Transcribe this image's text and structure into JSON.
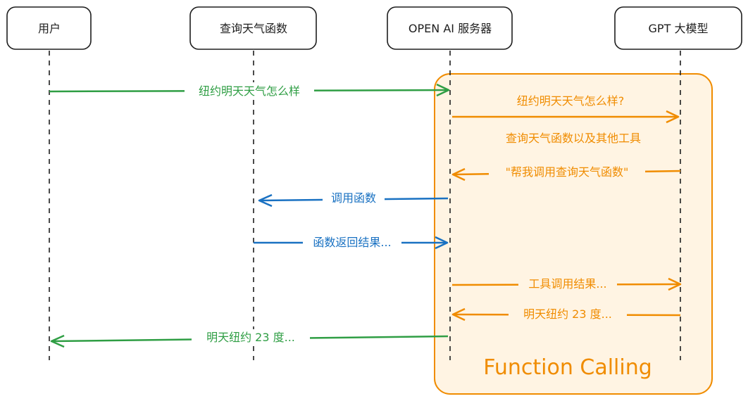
{
  "participants": [
    {
      "id": "user",
      "label": "用户"
    },
    {
      "id": "weather_fn",
      "label": "查询天气函数"
    },
    {
      "id": "openai",
      "label": "OPEN AI 服务器"
    },
    {
      "id": "gpt",
      "label": "GPT 大模型"
    }
  ],
  "region": {
    "label": "Function Calling"
  },
  "messages": [
    {
      "label": "纽约明天天气怎么样",
      "from": "user",
      "to": "openai",
      "color": "#2f9e44"
    },
    {
      "label": "纽约明天天气怎么样?",
      "from": "openai",
      "to": "gpt",
      "color": "#f08c00"
    },
    {
      "label": "查询天气函数以及其他工具",
      "from": "openai",
      "to": "gpt",
      "color": "#f08c00",
      "note_only": true
    },
    {
      "label": "\"帮我调用查询天气函数\"",
      "from": "gpt",
      "to": "openai",
      "color": "#f08c00"
    },
    {
      "label": "调用函数",
      "from": "openai",
      "to": "weather_fn",
      "color": "#1971c2"
    },
    {
      "label": "函数返回结果...",
      "from": "weather_fn",
      "to": "openai",
      "color": "#1971c2"
    },
    {
      "label": "工具调用结果...",
      "from": "openai",
      "to": "gpt",
      "color": "#f08c00"
    },
    {
      "label": "明天纽约 23 度...",
      "from": "gpt",
      "to": "openai",
      "color": "#f08c00"
    },
    {
      "label": "明天纽约 23 度...",
      "from": "openai",
      "to": "user",
      "color": "#2f9e44"
    }
  ],
  "colors": {
    "green": "#2f9e44",
    "orange": "#f08c00",
    "blue": "#1971c2",
    "region_fill": "#fff4e3"
  }
}
